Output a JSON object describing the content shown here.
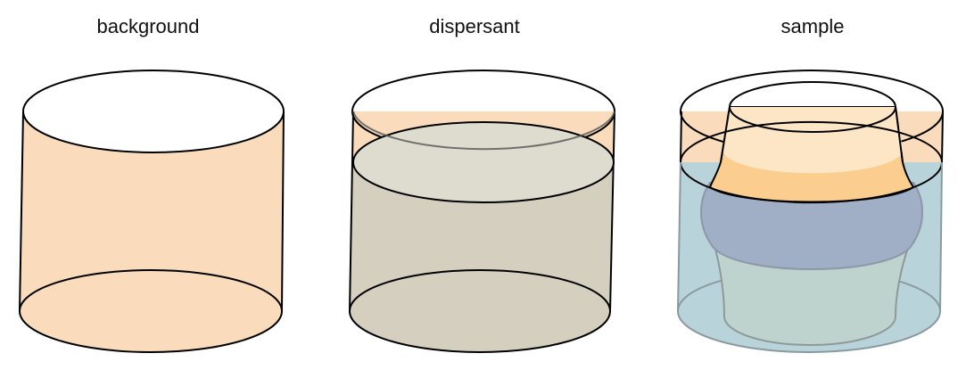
{
  "panels": [
    {
      "label": "background"
    },
    {
      "label": "dispersant"
    },
    {
      "label": "sample"
    }
  ],
  "colors": {
    "background_fill": "#fadcbd",
    "background_top": "#ead5b9",
    "dispersant_fill": "#d4cfbf",
    "dispersant_surface": "#dedccf",
    "sample_liquid": "#b8d4da",
    "sample_particle_top": "#bcab91",
    "sample_particle_light": "#fde6c6",
    "sample_particle_mid": "#fbcd8f",
    "sample_particle_band": "#a0aec6",
    "sample_particle_low": "#bfd3ce"
  }
}
